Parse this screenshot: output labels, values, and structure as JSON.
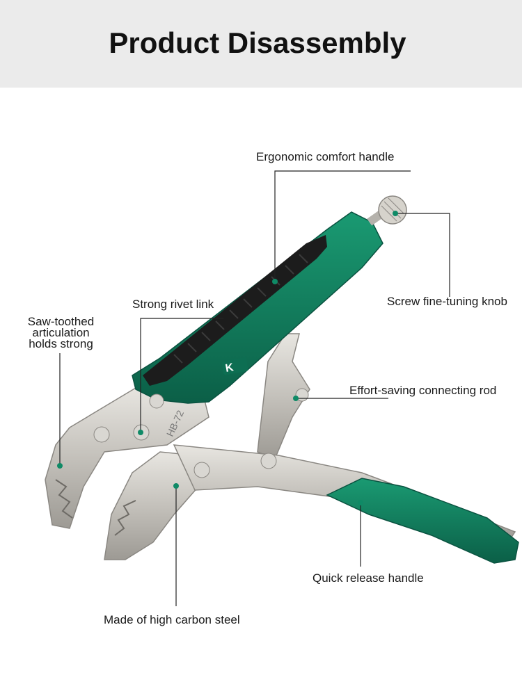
{
  "title": "Product Disassembly",
  "colors": {
    "handle_green": "#0f7a5c",
    "grip_black": "#1c1c1c",
    "steel": "#c9c7c2",
    "header_bg": "#ebebeb"
  },
  "callouts": {
    "ergonomic_handle": "Ergonomic comfort handle",
    "screw_knob": "Screw fine-tuning knob",
    "rivet_link": "Strong rivet link",
    "saw_toothed": [
      "Saw-toothed",
      "articulation",
      "holds strong"
    ],
    "connecting_rod": "Effort-saving connecting rod",
    "quick_release": "Quick release handle",
    "carbon_steel": "Made of high carbon steel"
  },
  "product": {
    "logo_text": "K",
    "model_engraving": "HB-72"
  }
}
